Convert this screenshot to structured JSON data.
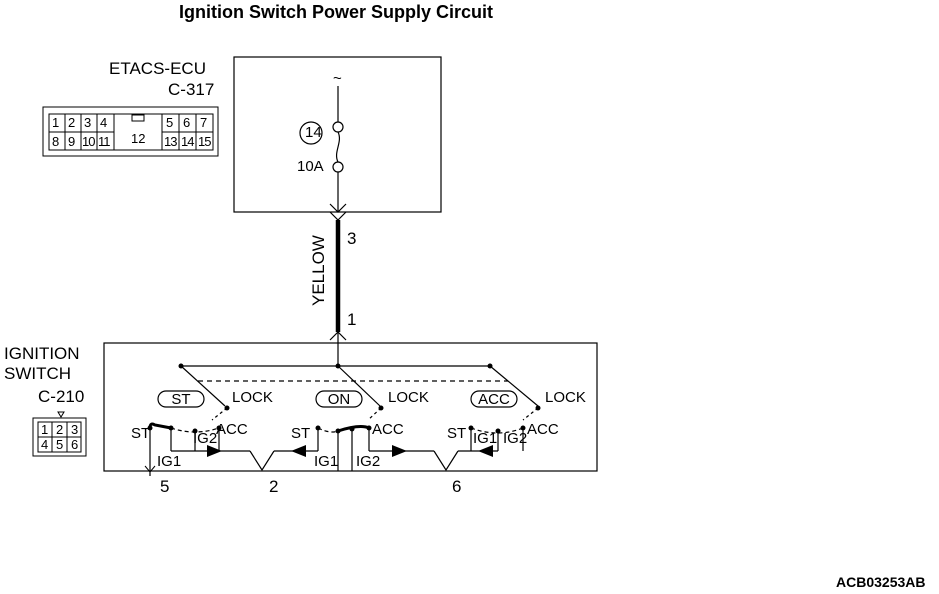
{
  "title": "Ignition Switch Power Supply Circuit",
  "ecu": {
    "name": "ETACS-ECU",
    "connector": "C-317",
    "fuse_number": "14",
    "fuse_rating": "10A",
    "terminal": "3",
    "supply_symbol": "~"
  },
  "ecu_connector_pins": {
    "top_left": [
      "1",
      "2",
      "3",
      "4"
    ],
    "top_right": [
      "5",
      "6",
      "7"
    ],
    "center": "12",
    "bottom_left": [
      "8",
      "9",
      "10",
      "11"
    ],
    "bottom_right": [
      "13",
      "14",
      "15"
    ]
  },
  "wire": {
    "color": "YELLOW",
    "terminal": "1"
  },
  "ignition_switch": {
    "name_line1": "IGNITION",
    "name_line2": "SWITCH",
    "connector": "C-210",
    "pins_top": [
      "1",
      "2",
      "3"
    ],
    "pins_bottom": [
      "4",
      "5",
      "6"
    ],
    "positions": [
      {
        "state": "ST",
        "lock": "LOCK",
        "st": "ST",
        "acc": "ACC",
        "ig2": "IG2",
        "ig1": "IG1"
      },
      {
        "state": "ON",
        "lock": "LOCK",
        "st": "ST",
        "acc": "ACC",
        "ig2": "IG2",
        "ig1": "IG1"
      },
      {
        "state": "ACC",
        "lock": "LOCK",
        "st": "ST",
        "acc": "ACC",
        "ig2": "IG2",
        "ig1": "IG1"
      }
    ],
    "terminals": [
      "5",
      "2",
      "6"
    ]
  },
  "figure_code": "ACB03253AB"
}
